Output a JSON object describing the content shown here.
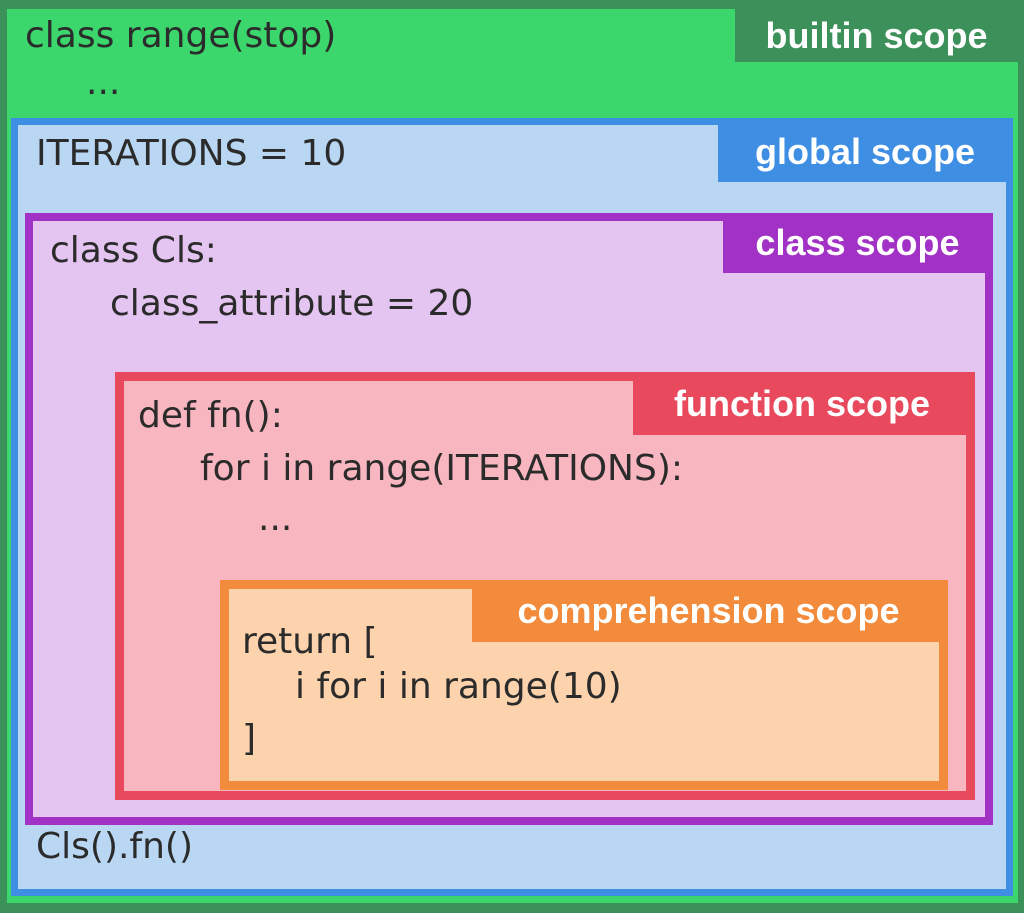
{
  "title": "Python scope nesting diagram",
  "colors": {
    "builtin-border": "#3c9059",
    "builtin-fill": "#3bd76d",
    "global-border": "#3e8ee4",
    "global-fill": "#b9d7f2",
    "class-border": "#a232c6",
    "class-fill": "#e4c4f0",
    "function-border": "#e8495c",
    "function-fill": "#f8b6c0",
    "comprehension-border": "#f28b3b",
    "comprehension-fill": "#fcd3ac",
    "code-text": "#2b2b2b",
    "label-text": "#ffffff"
  },
  "scopes": {
    "builtin": {
      "label": "builtin scope",
      "line1": "class range(stop)",
      "line2": "..."
    },
    "global": {
      "label": "global scope",
      "line1": "ITERATIONS = 10",
      "line2": "Cls().fn()"
    },
    "class": {
      "label": "class scope",
      "line1": "class Cls:",
      "line2": "class_attribute = 20"
    },
    "function": {
      "label": "function scope",
      "line1": "def fn():",
      "line2": "for i in range(ITERATIONS):",
      "line3": "..."
    },
    "comprehension": {
      "label": "comprehension scope",
      "line1": "return [",
      "line2": "i for i in range(10)",
      "line3": "]"
    }
  }
}
